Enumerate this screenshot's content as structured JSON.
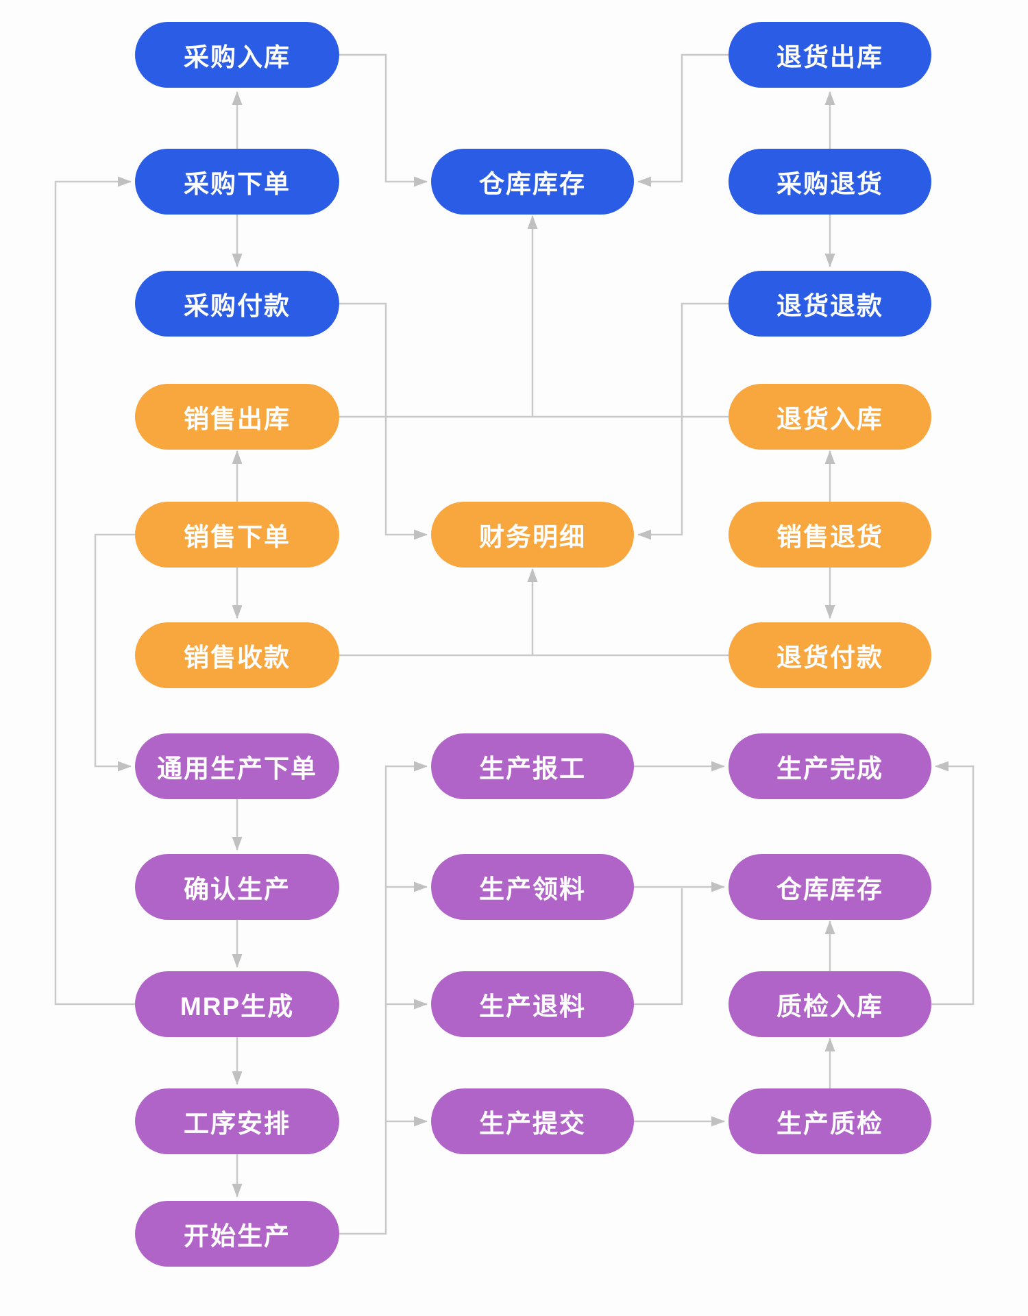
{
  "diagram": {
    "colors": {
      "purchase_blue": "#2b5ce5",
      "sales_orange": "#f7a73e",
      "production_purple": "#b164c8",
      "connector_gray": "#c9c9c9",
      "arrow_gray": "#c0c0c0",
      "background": "#fdfdfd",
      "node_text": "#ffffff"
    },
    "nodes": {
      "purchase_inbound": {
        "label": "采购入库",
        "group": "purchase"
      },
      "return_outbound": {
        "label": "退货出库",
        "group": "purchase"
      },
      "purchase_order": {
        "label": "采购下单",
        "group": "purchase"
      },
      "warehouse_stock_top": {
        "label": "仓库库存",
        "group": "purchase"
      },
      "purchase_return": {
        "label": "采购退货",
        "group": "purchase"
      },
      "purchase_payment": {
        "label": "采购付款",
        "group": "purchase"
      },
      "return_refund": {
        "label": "退货退款",
        "group": "purchase"
      },
      "sales_outbound": {
        "label": "销售出库",
        "group": "sales"
      },
      "return_inbound": {
        "label": "退货入库",
        "group": "sales"
      },
      "sales_order": {
        "label": "销售下单",
        "group": "sales"
      },
      "finance_detail": {
        "label": "财务明细",
        "group": "sales"
      },
      "sales_return": {
        "label": "销售退货",
        "group": "sales"
      },
      "sales_receipt": {
        "label": "销售收款",
        "group": "sales"
      },
      "return_payment": {
        "label": "退货付款",
        "group": "sales"
      },
      "general_production_order": {
        "label": "通用生产下单",
        "group": "production"
      },
      "production_report": {
        "label": "生产报工",
        "group": "production"
      },
      "production_complete": {
        "label": "生产完成",
        "group": "production"
      },
      "confirm_production": {
        "label": "确认生产",
        "group": "production"
      },
      "production_picking": {
        "label": "生产领料",
        "group": "production"
      },
      "warehouse_stock_bottom": {
        "label": "仓库库存",
        "group": "production"
      },
      "mrp_generate": {
        "label": "MRP生成",
        "group": "production"
      },
      "production_material_return": {
        "label": "生产退料",
        "group": "production"
      },
      "qc_inbound": {
        "label": "质检入库",
        "group": "production"
      },
      "process_arrange": {
        "label": "工序安排",
        "group": "production"
      },
      "production_submit": {
        "label": "生产提交",
        "group": "production"
      },
      "production_qc": {
        "label": "生产质检",
        "group": "production"
      },
      "start_production": {
        "label": "开始生产",
        "group": "production"
      }
    },
    "edges": [
      {
        "from": "purchase_order",
        "to": "purchase_inbound"
      },
      {
        "from": "purchase_order",
        "to": "purchase_payment"
      },
      {
        "from": "purchase_inbound",
        "to": "warehouse_stock_top"
      },
      {
        "from": "return_outbound",
        "to": "warehouse_stock_top"
      },
      {
        "from": "purchase_return",
        "to": "return_outbound"
      },
      {
        "from": "purchase_return",
        "to": "return_refund"
      },
      {
        "from": "purchase_payment",
        "to": "finance_detail"
      },
      {
        "from": "return_refund",
        "to": "finance_detail"
      },
      {
        "from": "sales_order",
        "to": "sales_outbound"
      },
      {
        "from": "sales_order",
        "to": "sales_receipt"
      },
      {
        "from": "sales_outbound",
        "to": "warehouse_stock_top"
      },
      {
        "from": "return_inbound",
        "to": "warehouse_stock_top"
      },
      {
        "from": "sales_return",
        "to": "return_inbound"
      },
      {
        "from": "sales_return",
        "to": "return_payment"
      },
      {
        "from": "sales_receipt",
        "to": "finance_detail"
      },
      {
        "from": "return_payment",
        "to": "finance_detail"
      },
      {
        "from": "sales_order",
        "to": "general_production_order"
      },
      {
        "from": "mrp_generate",
        "to": "purchase_order"
      },
      {
        "from": "general_production_order",
        "to": "confirm_production"
      },
      {
        "from": "confirm_production",
        "to": "mrp_generate"
      },
      {
        "from": "mrp_generate",
        "to": "process_arrange"
      },
      {
        "from": "process_arrange",
        "to": "start_production"
      },
      {
        "from": "start_production",
        "to": "production_report"
      },
      {
        "from": "start_production",
        "to": "production_picking"
      },
      {
        "from": "start_production",
        "to": "production_material_return"
      },
      {
        "from": "start_production",
        "to": "production_submit"
      },
      {
        "from": "production_report",
        "to": "production_complete"
      },
      {
        "from": "production_picking",
        "to": "warehouse_stock_bottom"
      },
      {
        "from": "production_material_return",
        "to": "warehouse_stock_bottom"
      },
      {
        "from": "production_submit",
        "to": "production_qc"
      },
      {
        "from": "production_qc",
        "to": "qc_inbound"
      },
      {
        "from": "qc_inbound",
        "to": "warehouse_stock_bottom"
      },
      {
        "from": "qc_inbound",
        "to": "production_complete"
      }
    ]
  }
}
